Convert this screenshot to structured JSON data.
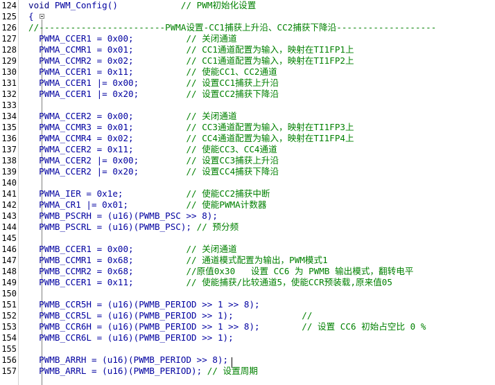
{
  "editor": {
    "lines": [
      {
        "n": "124",
        "code": "void PWM_Config()            // PWM初始化设置"
      },
      {
        "n": "125",
        "code": "{"
      },
      {
        "n": "126",
        "code": "//------------------------PWMA设置-CC1捕获上升沿、CC2捕获下降沿-------------------"
      },
      {
        "n": "127",
        "code": "  PWMA_CCER1 = 0x00;          // 关闭通道"
      },
      {
        "n": "128",
        "code": "  PWMA_CCMR1 = 0x01;          // CC1通道配置为输入，映射在TI1FP1上"
      },
      {
        "n": "129",
        "code": "  PWMA_CCMR2 = 0x02;          // CC1通道配置为输入，映射在TI1FP2上"
      },
      {
        "n": "130",
        "code": "  PWMA_CCER1 = 0x11;          // 使能CC1、CC2通道"
      },
      {
        "n": "131",
        "code": "  PWMA_CCER1 |= 0x00;         // 设置CC1捕获上升沿"
      },
      {
        "n": "132",
        "code": "  PWMA_CCER1 |= 0x20;         // 设置CC2捕获下降沿"
      },
      {
        "n": "133",
        "code": ""
      },
      {
        "n": "134",
        "code": "  PWMA_CCER2 = 0x00;          // 关闭通道"
      },
      {
        "n": "135",
        "code": "  PWMA_CCMR3 = 0x01;          // CC3通道配置为输入，映射在TI1FP3上"
      },
      {
        "n": "136",
        "code": "  PWMA_CCMR4 = 0x02;          // CC4通道配置为输入，映射在TI1FP4上"
      },
      {
        "n": "137",
        "code": "  PWMA_CCER2 = 0x11;          // 使能CC3、CC4通道"
      },
      {
        "n": "138",
        "code": "  PWMA_CCER2 |= 0x00;         // 设置CC3捕获上升沿"
      },
      {
        "n": "139",
        "code": "  PWMA_CCER2 |= 0x20;         // 设置CC4捕获下降沿"
      },
      {
        "n": "140",
        "code": ""
      },
      {
        "n": "141",
        "code": "  PWMA_IER = 0x1e;            // 使能CC2捕获中断"
      },
      {
        "n": "142",
        "code": "  PWMA_CR1 |= 0x01;           // 使能PWMA计数器"
      },
      {
        "n": "143",
        "code": "  PWMB_PSCRH = (u16)(PWMB_PSC >> 8);"
      },
      {
        "n": "144",
        "code": "  PWMB_PSCRL = (u16)(PWMB_PSC); // 预分频"
      },
      {
        "n": "145",
        "code": ""
      },
      {
        "n": "146",
        "code": "  PWMB_CCER1 = 0x00;          // 关闭通道"
      },
      {
        "n": "147",
        "code": "  PWMB_CCMR1 = 0x68;          // 通道模式配置为输出，PWM模式1"
      },
      {
        "n": "148",
        "code": "  PWMB_CCMR2 = 0x68;          //原值0x30   设置 CC6 为 PWMB 输出模式，翻转电平"
      },
      {
        "n": "149",
        "code": "  PWMB_CCER1 = 0x11;          // 使能捕获/比较通道5，使能CCR预装载,原来值05"
      },
      {
        "n": "150",
        "code": ""
      },
      {
        "n": "151",
        "code": "  PWMB_CCR5H = (u16)(PWMB_PERIOD >> 1 >> 8);"
      },
      {
        "n": "152",
        "code": "  PWMB_CCR5L = (u16)(PWMB_PERIOD >> 1);             //"
      },
      {
        "n": "153",
        "code": "  PWMB_CCR6H = (u16)(PWMB_PERIOD >> 1 >> 8);        // 设置 CC6 初始占空比 0 %"
      },
      {
        "n": "154",
        "code": "  PWMB_CCR6L = (u16)(PWMB_PERIOD >> 1);"
      },
      {
        "n": "155",
        "code": ""
      },
      {
        "n": "156",
        "code": "  PWMB_ARRH = (u16)(PWMB_PERIOD >> 8);"
      },
      {
        "n": "157",
        "code": "  PWMB_ARRL = (u16)(PWMB_PERIOD); // 设置周期"
      }
    ]
  }
}
